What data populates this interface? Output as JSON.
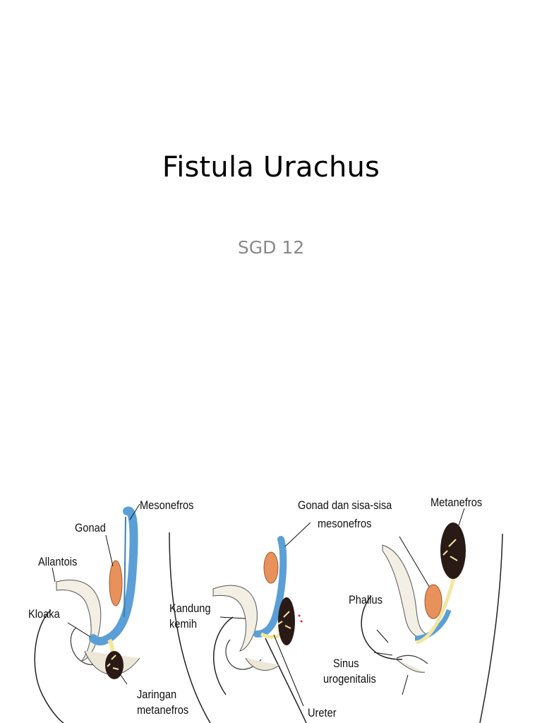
{
  "slide": {
    "title": "Fistula Urachus",
    "subtitle": "SGD 12"
  },
  "figure": {
    "labels": {
      "mesonefros": "Mesonefros",
      "gonad": "Gonad",
      "allantois": "Allantois",
      "kloaka": "Kloaka",
      "jaringan": "Jaringan",
      "metanefros_tissue": "metanefros",
      "gonad_sisa_line1": "Gonad dan sisa-sisa",
      "gonad_sisa_line2": "mesonefros",
      "kandung": "Kandung",
      "kemih": "kemih",
      "ureter": "Ureter",
      "metanefros": "Metanefros",
      "phallus": "Phallus",
      "sinus": "Sinus",
      "urogenitalis": "urogenitalis"
    },
    "colors": {
      "mesonephric_blue": "#5b9fd6",
      "gonad_orange": "#e8915a",
      "metanephros_dark": "#2a1a16",
      "ureter_yellow": "#f3e6a0",
      "tissue_cream": "#efe9da"
    }
  }
}
